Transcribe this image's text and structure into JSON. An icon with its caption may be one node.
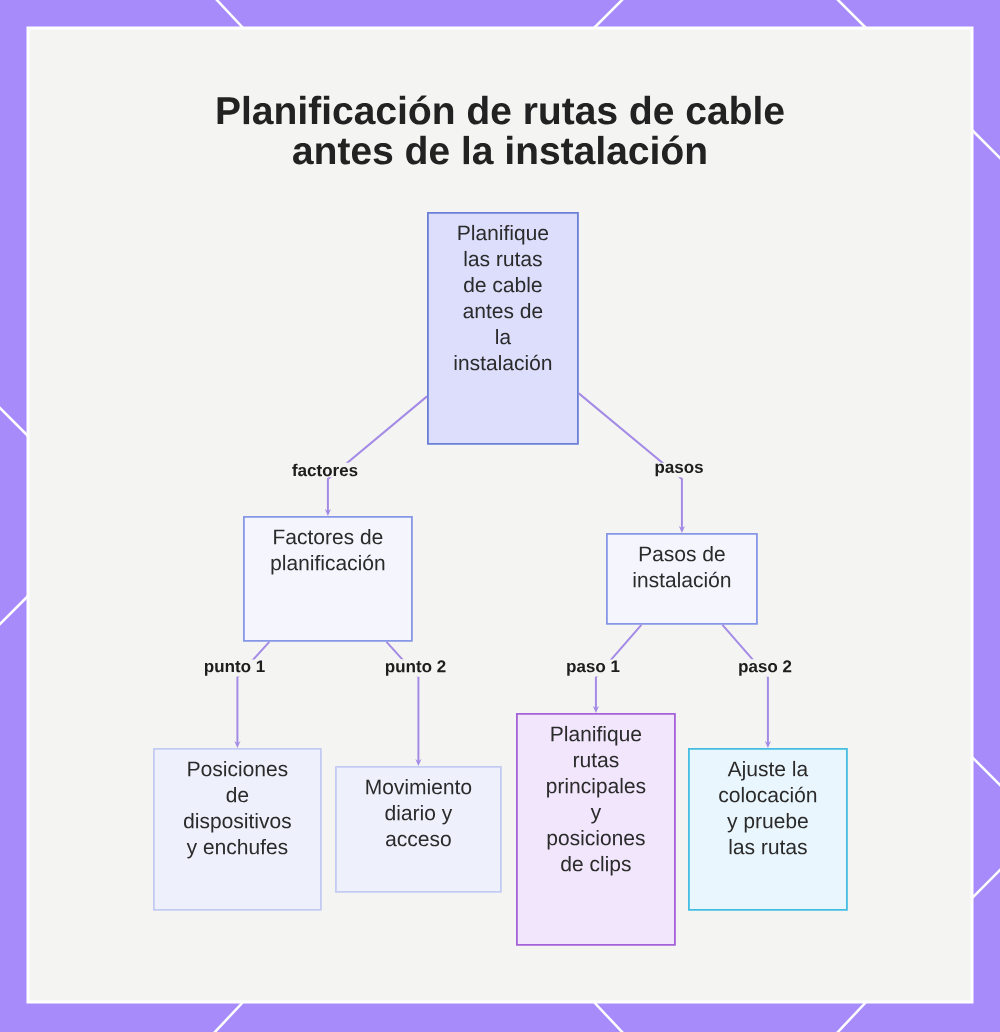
{
  "diagram": {
    "title": "Planificación de rutas de cable antes de la instalación",
    "nodes": [
      {
        "text": [
          "Planifique las rutas de cable antes de la instalación"
        ]
      },
      {
        "text": [
          "Factores de planificación"
        ]
      },
      {
        "text": [
          "Pasos de instalación"
        ]
      },
      {
        "text": [
          "Posiciones de dispositivos y enchufes"
        ]
      },
      {
        "text": [
          "Movimiento diario y acceso"
        ]
      },
      {
        "text": [
          "Planifique rutas principales y posiciones de clips"
        ]
      },
      {
        "text": [
          "Ajuste la colocación y pruebe las rutas"
        ]
      }
    ],
    "edges": [
      {
        "from": 0,
        "to": 1,
        "arrow": "to",
        "label": "factores"
      },
      {
        "from": 0,
        "to": 2,
        "arrow": "to",
        "label": "pasos"
      },
      {
        "from": 1,
        "to": 3,
        "arrow": "to",
        "label": "punto 1"
      },
      {
        "from": 1,
        "to": 4,
        "arrow": "to",
        "label": "punto 2"
      },
      {
        "from": 2,
        "to": 5,
        "arrow": "to",
        "label": "paso 1"
      },
      {
        "from": 2,
        "to": 6,
        "arrow": "to",
        "label": "paso 2"
      }
    ]
  }
}
